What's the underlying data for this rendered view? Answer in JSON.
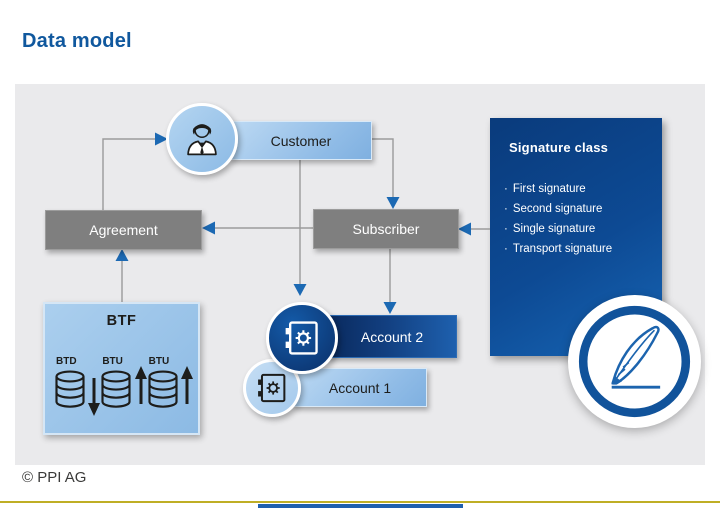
{
  "page": {
    "title": "Data model",
    "copyright": "© PPI AG"
  },
  "colors": {
    "accent_blue": "#10589e",
    "box_gray": "#7f7f7f",
    "panel_background": "#eaeaec",
    "signature_panel_blue": "#0d4a94",
    "account2_navy": "#0a2a5e",
    "light_blue": "#9cc4e8",
    "arrow_blue": "#1c69b3",
    "line_gray": "#9b9b9b",
    "footer_line_yellow": "#bfae25",
    "footer_bar_blue": "#1f5fad"
  },
  "diagram": {
    "customer": {
      "label": "Customer",
      "icon": "person-icon"
    },
    "agreement": {
      "label": "Agreement"
    },
    "subscriber": {
      "label": "Subscriber"
    },
    "signature_class": {
      "title": "Signature class",
      "bullet": "·",
      "items": [
        "First signature",
        "Second signature",
        "Single signature",
        "Transport signature"
      ]
    },
    "btf": {
      "title": "BTF",
      "stores": [
        {
          "label": "BTD",
          "arrow": "down"
        },
        {
          "label": "BTU",
          "arrow": "up"
        },
        {
          "label": "BTU",
          "arrow": "up"
        }
      ]
    },
    "account2": {
      "label": "Account 2",
      "icon": "safe-icon"
    },
    "account1": {
      "label": "Account 1",
      "icon": "safe-icon"
    },
    "badge": {
      "icon": "quill-icon"
    }
  }
}
